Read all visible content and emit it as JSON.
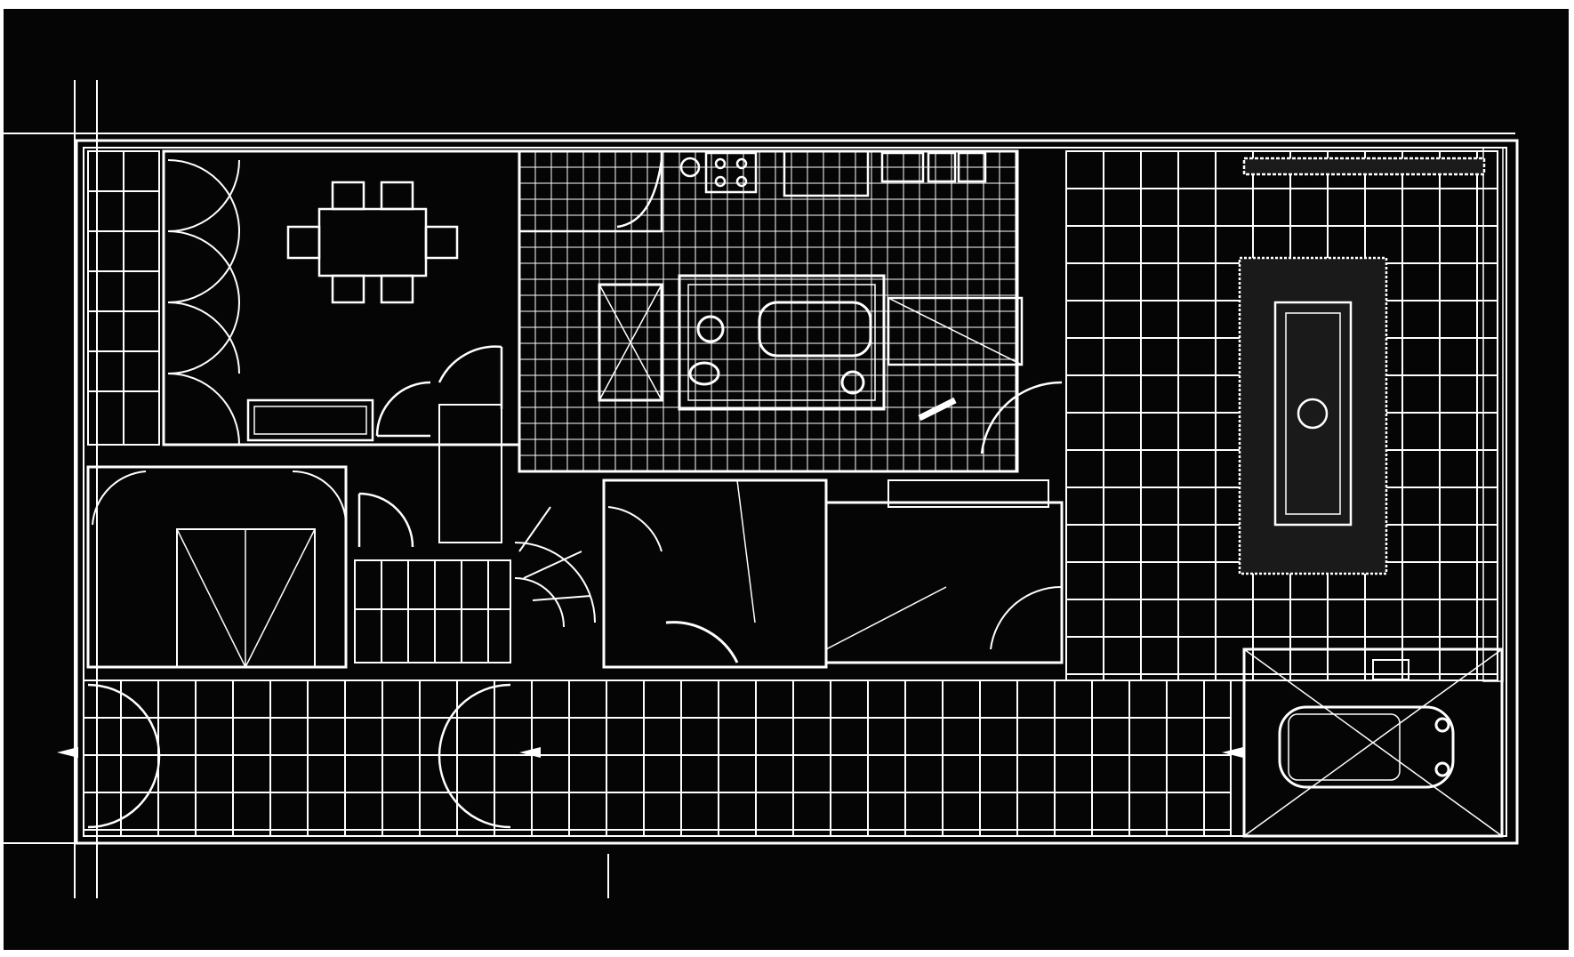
{
  "drawing": {
    "type": "architectural floor plan",
    "style": "white line drawing on black background",
    "colors": {
      "background": "#050505",
      "lines": "#ffffff",
      "paper": "#ffffff"
    },
    "rooms": [
      {
        "key": "dining",
        "furniture": [
          "table-with-six-chairs",
          "sideboard"
        ]
      },
      {
        "key": "utility",
        "furniture": [
          "cross-braced-box"
        ]
      },
      {
        "key": "kitchen",
        "furniture": [
          "cooktop-four-burners",
          "sink",
          "counter"
        ]
      },
      {
        "key": "bathroom",
        "furniture": [
          "bathtub",
          "toilet",
          "washbasin",
          "shower-tray"
        ]
      },
      {
        "key": "stair",
        "furniture": [
          "spiral-staircase",
          "straight-flight"
        ]
      },
      {
        "key": "bedroom-1",
        "furniture": [
          "wardrobe"
        ]
      },
      {
        "key": "bedroom-2",
        "furniture": [
          "wardrobe-row"
        ]
      },
      {
        "key": "patio",
        "furniture": [
          "planter-bed",
          "tiled-pool"
        ]
      },
      {
        "key": "carport",
        "furniture": [
          "car"
        ]
      }
    ],
    "entrances": 3
  }
}
